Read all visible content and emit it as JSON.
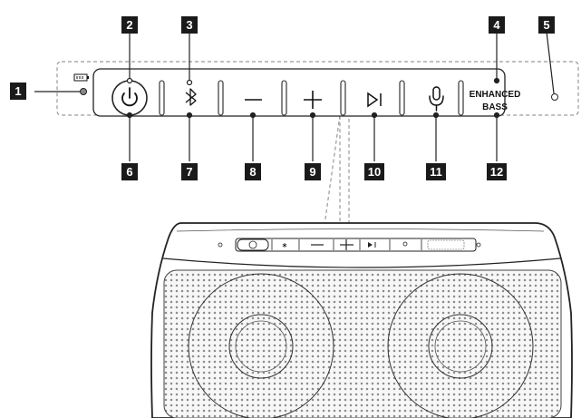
{
  "callouts": [
    "1",
    "2",
    "3",
    "4",
    "5",
    "6",
    "7",
    "8",
    "9",
    "10",
    "11",
    "12"
  ],
  "panel_buttons": [
    {
      "name": "power-button",
      "icon": "power-icon"
    },
    {
      "name": "bluetooth-button",
      "icon": "bluetooth-icon"
    },
    {
      "name": "volume-down-button",
      "icon": "minus-icon"
    },
    {
      "name": "volume-up-button",
      "icon": "plus-icon"
    },
    {
      "name": "play-pause-button",
      "icon": "play-pause-icon"
    },
    {
      "name": "microphone-button",
      "icon": "microphone-icon"
    }
  ],
  "enhanced_bass": {
    "line1": "ENHANCED",
    "line2": "BASS"
  },
  "indicators": {
    "battery": "battery-icon"
  },
  "colors": {
    "badge": "#1a1a1a",
    "line": "#222222",
    "dashed": "#9a9a9a",
    "grille": "#d9d9d9"
  }
}
